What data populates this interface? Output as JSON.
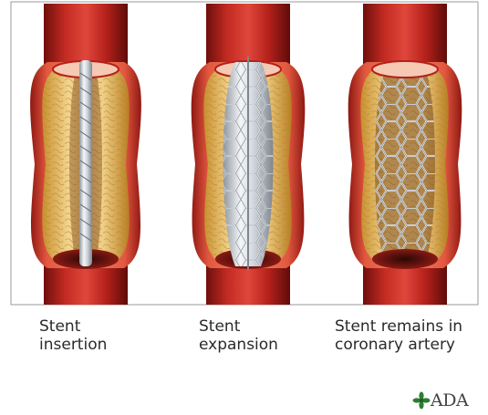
{
  "panels": [
    {
      "id": "insertion",
      "caption_line1": "Stent",
      "caption_line2": "insertion"
    },
    {
      "id": "expansion",
      "caption_line1": "Stent",
      "caption_line2": "expansion"
    },
    {
      "id": "remains",
      "caption_line1": "Stent remains in",
      "caption_line2": "coronary artery"
    }
  ],
  "logo": {
    "text": "ADA",
    "icon": "flower-icon"
  },
  "colors": {
    "artery_red": "#b3201a",
    "artery_dark": "#6e0f0c",
    "plaque_yellow": "#e8c57a",
    "lumen_dark": "#5a1410",
    "stent_silver": "#cfd4da",
    "frame_grey": "#9a9a9a"
  }
}
